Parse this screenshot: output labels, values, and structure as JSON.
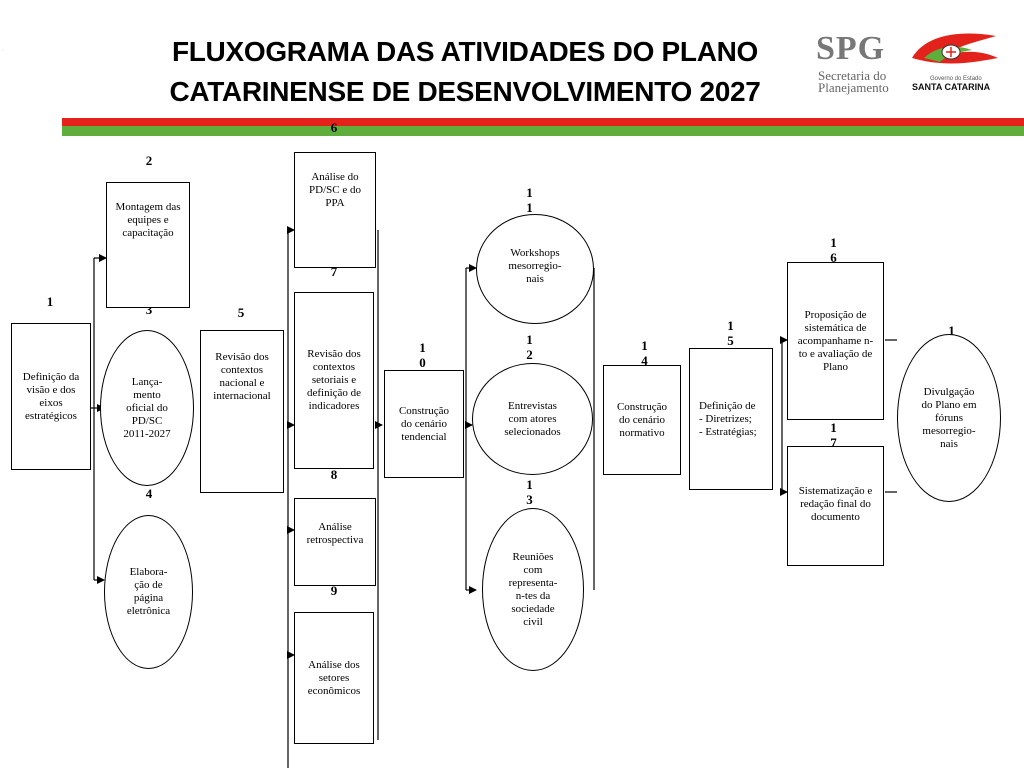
{
  "title": "FLUXOGRAMA DAS ATIVIDADES DO PLANO CATARINENSE DE DESENVOLVIMENTO 2027",
  "logo": {
    "spg": "SPG",
    "secretaria": "Secretaria do Planejamento",
    "governo": "Governo do Estado",
    "estado": "SANTA CATARINA"
  },
  "colors": {
    "red": "#e3231b",
    "green": "#5fad3b",
    "logo_gray": "#777777"
  },
  "nodes": {
    "n1": {
      "num": "1",
      "text": "Definição da visão e dos eixos estratégicos"
    },
    "n2": {
      "num": "2",
      "text": "Montagem das equipes e capacitação"
    },
    "n3": {
      "num": "3",
      "text": "Lança-mento oficial do PD/SC 2011-2027"
    },
    "n4": {
      "num": "4",
      "text": "Elabora-ção de página eletrônica"
    },
    "n5": {
      "num": "5",
      "text": "Revisão dos contextos nacional e internacional"
    },
    "n6": {
      "num": "6",
      "text": "Análise do PD/SC e do PPA"
    },
    "n7": {
      "num": "7",
      "text": "Revisão dos contextos setoriais e definição de indicadores"
    },
    "n8": {
      "num": "8",
      "text": "Análise retrospectiva"
    },
    "n9": {
      "num": "9",
      "text": "Análise dos setores econômicos"
    },
    "n10": {
      "num": "10",
      "text": "Construção do cenário tendencial"
    },
    "n11": {
      "num": "11",
      "text": "Workshops mesorregio-nais"
    },
    "n12": {
      "num": "12",
      "text": "Entrevistas com atores selecionados"
    },
    "n13": {
      "num": "13",
      "text": "Reuniões com representa-n-tes da sociedade civil"
    },
    "n14": {
      "num": "14",
      "text": "Construção do cenário normativo"
    },
    "n15": {
      "num": "15",
      "text": "Definição de\n- Diretrizes;\n- Estratégias;"
    },
    "n16": {
      "num": "16",
      "text": "Proposição de sistemática de acompanhame n-to e avaliação de Plano"
    },
    "n17": {
      "num": "17",
      "text": "Sistematização e redação final do documento"
    },
    "n18": {
      "num": "18",
      "text": "Divulgação do Plano em fóruns mesorregio-nais"
    }
  }
}
